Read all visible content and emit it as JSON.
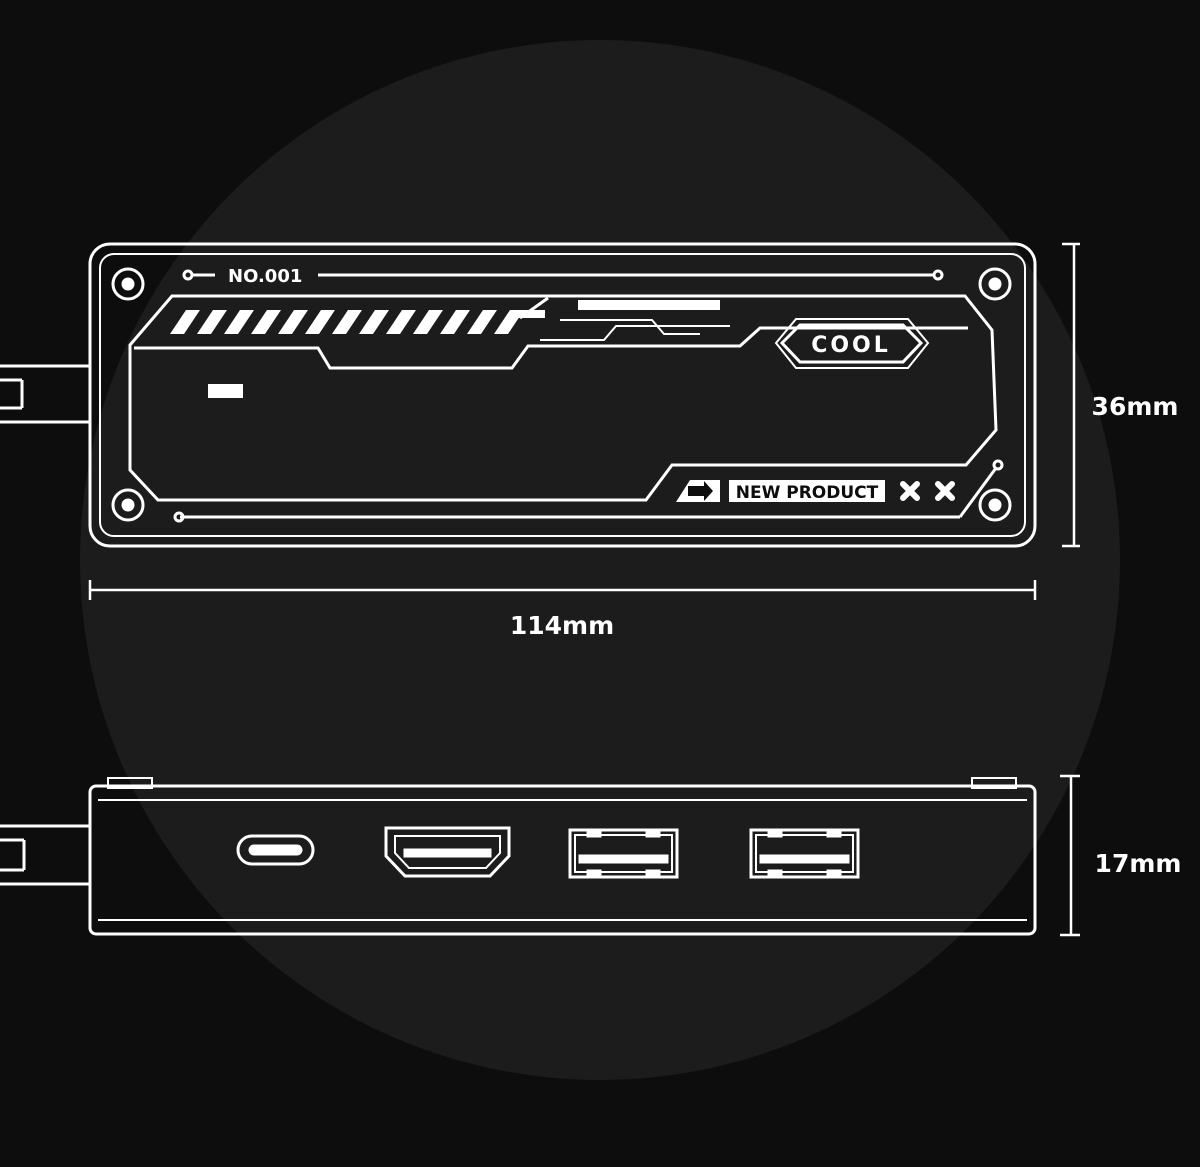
{
  "colors": {
    "background": "#0d0d0d",
    "halo": "#1f1f1f",
    "line": "#ffffff"
  },
  "top_view": {
    "serial_label": "NO.001",
    "badge_label": "COOL",
    "tag_label": "NEW PRODUCT",
    "tag_icon": "arrow-right-icon",
    "mark_icons": [
      "cross-icon",
      "cross-icon"
    ]
  },
  "dimensions": {
    "height_top": "36mm",
    "width": "114mm",
    "height_side": "17mm"
  },
  "side_view": {
    "ports": [
      {
        "type": "USB-C",
        "icon": "usb-c-port-icon"
      },
      {
        "type": "HDMI",
        "icon": "hdmi-port-icon"
      },
      {
        "type": "USB-A",
        "icon": "usb-a-port-icon"
      },
      {
        "type": "USB-A",
        "icon": "usb-a-port-icon"
      }
    ]
  }
}
